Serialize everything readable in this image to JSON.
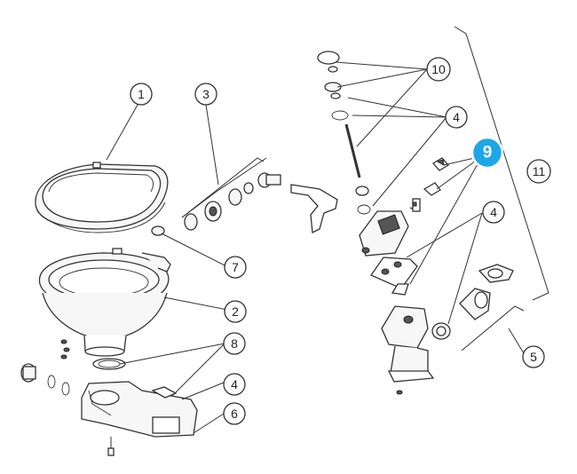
{
  "colors": {
    "highlight": "#1ea7e8",
    "line": "#333333",
    "background": "#ffffff"
  },
  "callouts": [
    {
      "id": "c1",
      "text": "1"
    },
    {
      "id": "c2",
      "text": "2"
    },
    {
      "id": "c3",
      "text": "3"
    },
    {
      "id": "c4a",
      "text": "4"
    },
    {
      "id": "c4b",
      "text": "4"
    },
    {
      "id": "c4c",
      "text": "4"
    },
    {
      "id": "c5",
      "text": "5"
    },
    {
      "id": "c6",
      "text": "6"
    },
    {
      "id": "c7",
      "text": "7"
    },
    {
      "id": "c8",
      "text": "8"
    },
    {
      "id": "c9",
      "text": "9",
      "highlighted": true
    },
    {
      "id": "c10",
      "text": "10"
    },
    {
      "id": "c11",
      "text": "11"
    }
  ]
}
